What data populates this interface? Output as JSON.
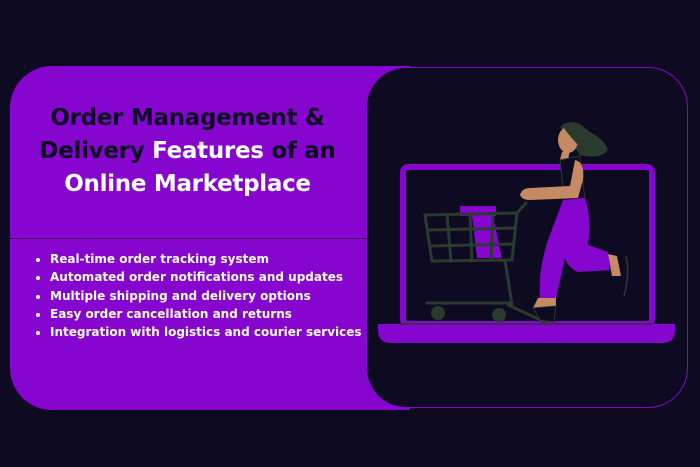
{
  "title": {
    "line1": "Order Management &",
    "line2_dark": "Delivery",
    "line2_light": "Features",
    "line2_dark2": "of an",
    "line3": "Online Marketplace"
  },
  "features": [
    "Real-time order tracking system",
    "Automated order notifications and updates",
    "Multiple shipping and delivery options",
    "Easy order cancellation and returns",
    "Integration with logistics and courier services"
  ],
  "colors": {
    "background": "#0d0a22",
    "accent": "#8605cf",
    "skin": "#c48a63",
    "hair": "#2a3a2e"
  }
}
